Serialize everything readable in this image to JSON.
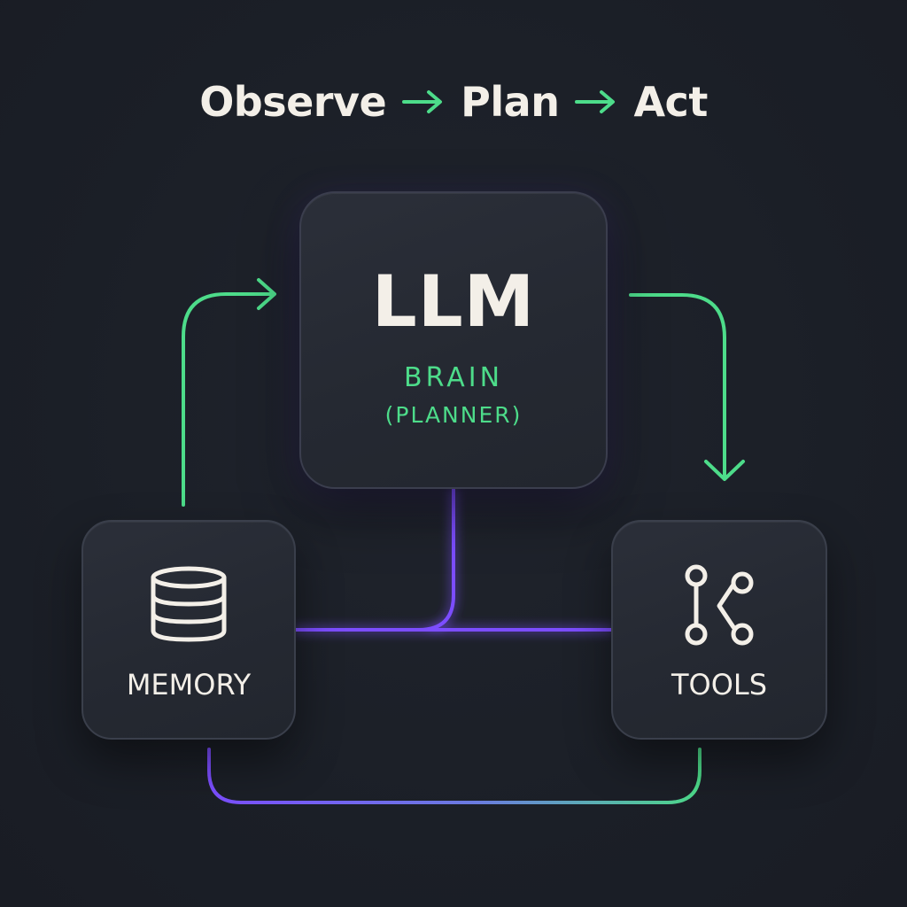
{
  "heading": {
    "step1": "Observe",
    "step2": "Plan",
    "step3": "Act"
  },
  "llm": {
    "title": "LLM",
    "line1": "BRAIN",
    "line2": "(PLANNER)"
  },
  "memory": {
    "label": "MEMORY",
    "icon": "database-icon"
  },
  "tools": {
    "label": "TOOLS",
    "icon": "git-branch-icon"
  },
  "colors": {
    "background": "#1b1f27",
    "green": "#4ddc8a",
    "purple": "#7c4dff",
    "text": "#f3efe8"
  }
}
